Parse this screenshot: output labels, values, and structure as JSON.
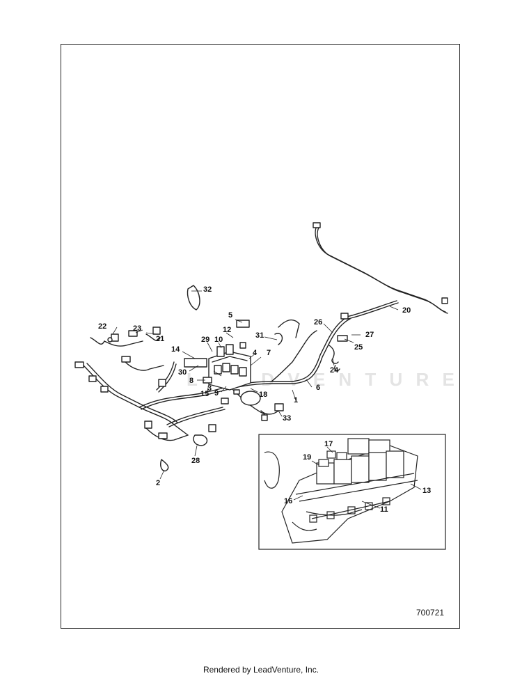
{
  "callouts": {
    "c1": "1",
    "c2": "2",
    "c3": "3",
    "c4": "4",
    "c5": "5",
    "c6": "6",
    "c7": "7",
    "c8": "8",
    "c9": "9",
    "c10": "10",
    "c11": "11",
    "c12": "12",
    "c13": "13",
    "c14": "14",
    "c15": "15",
    "c16": "16",
    "c17": "17",
    "c18": "18",
    "c19": "19",
    "c20": "20",
    "c21": "21",
    "c22": "22",
    "c23": "23",
    "c24": "24",
    "c25": "25",
    "c26": "26",
    "c27": "27",
    "c28": "28",
    "c29": "29",
    "c30": "30",
    "c31": "31",
    "c32": "32",
    "c33": "33"
  },
  "figure_number": "700721",
  "footer": "Rendered by LeadVenture, Inc."
}
